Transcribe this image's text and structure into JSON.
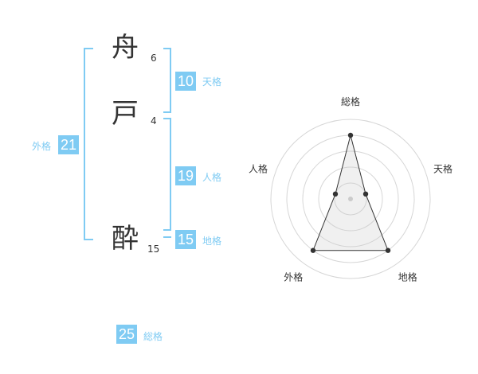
{
  "characters": [
    {
      "kanji": "舟",
      "strokes": "6"
    },
    {
      "kanji": "戸",
      "strokes": "4"
    },
    {
      "kanji": "酔",
      "strokes": "15"
    }
  ],
  "fortunes": {
    "tenkaku": {
      "label": "天格",
      "value": "10"
    },
    "jinkaku": {
      "label": "人格",
      "value": "19"
    },
    "chikaku": {
      "label": "地格",
      "value": "15"
    },
    "gaikaku": {
      "label": "外格",
      "value": "21"
    },
    "soukaku": {
      "label": "総格",
      "value": "25"
    }
  },
  "colors": {
    "accent": "#7fcbf3",
    "text": "#333333",
    "grid": "#d6d6d6"
  },
  "chart_data": {
    "type": "radar",
    "axes": [
      "総格",
      "天格",
      "地格",
      "外格",
      "人格"
    ],
    "series": [
      {
        "values": [
          4,
          1,
          4,
          4,
          1
        ]
      }
    ],
    "rmax": 5,
    "rings": 5
  }
}
